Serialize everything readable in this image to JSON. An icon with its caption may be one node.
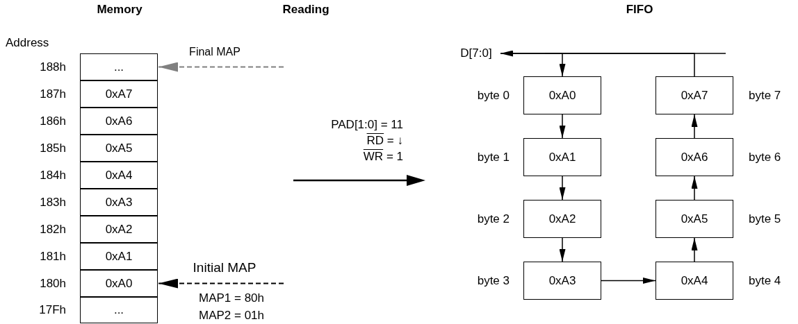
{
  "diagram": {
    "nodes": [
      {
        "text": [
          "..."
        ],
        "beside": [
          "188h"
        ]
      },
      {
        "text": [
          "0xA7"
        ],
        "beside": [
          "187h"
        ]
      },
      {
        "text": [
          "0xA6"
        ],
        "beside": [
          "186h"
        ]
      },
      {
        "text": [
          "0xA5"
        ],
        "beside": [
          "185h"
        ]
      },
      {
        "text": [
          "0xA4"
        ],
        "beside": [
          "184h"
        ]
      },
      {
        "text": [
          "0xA3"
        ],
        "beside": [
          "183h"
        ]
      },
      {
        "text": [
          "0xA2"
        ],
        "beside": [
          "182h"
        ]
      },
      {
        "text": [
          "0xA1"
        ],
        "beside": [
          "181h"
        ]
      },
      {
        "text": [
          "0xA0"
        ],
        "beside": [
          "180h"
        ]
      },
      {
        "text": [
          "..."
        ],
        "beside": [
          "17Fh"
        ]
      },
      {
        "text": [
          "D[7:0]"
        ]
      },
      {
        "text": [
          "0xA0"
        ],
        "beside": [
          "byte 0"
        ]
      },
      {
        "text": [
          "0xA7"
        ],
        "beside": [
          "byte 7"
        ]
      },
      {
        "text": [
          "0xA1"
        ],
        "beside": [
          "byte 1"
        ]
      },
      {
        "text": [
          "0xA6"
        ],
        "beside": [
          "byte 6"
        ]
      },
      {
        "text": [
          "0xA2"
        ],
        "beside": [
          "byte 2"
        ]
      },
      {
        "text": [
          "0xA5"
        ],
        "beside": [
          "byte 5"
        ]
      },
      {
        "text": [
          "0xA3"
        ],
        "beside": [
          "byte 3"
        ]
      },
      {
        "text": [
          "0xA4"
        ],
        "beside": [
          "byte 4"
        ]
      }
    ],
    "edges": [
      {
        "from": null,
        "to": 0,
        "arrow": "to",
        "label": "Final MAP",
        "style": "dashed",
        "color": "#808080"
      },
      {
        "from": null,
        "to": 8,
        "arrow": "to",
        "label": "Initial MAP",
        "style": "dashed"
      },
      {
        "from": 10,
        "to": 11,
        "arrow": "to"
      },
      {
        "from": 11,
        "to": 13,
        "arrow": "to"
      },
      {
        "from": 13,
        "to": 15,
        "arrow": "to"
      },
      {
        "from": 15,
        "to": 17,
        "arrow": "to"
      },
      {
        "from": 17,
        "to": 18,
        "arrow": "to"
      },
      {
        "from": 18,
        "to": 16,
        "arrow": "to"
      },
      {
        "from": 16,
        "to": 14,
        "arrow": "to"
      },
      {
        "from": 14,
        "to": 12,
        "arrow": "to"
      },
      {
        "from": 12,
        "to": 10,
        "arrow": "to"
      }
    ],
    "labels": [
      "Memory",
      "Reading",
      "FIFO",
      "Address",
      "MAP1 = 80h",
      "MAP2 = 01h",
      "PAD[1:0] = 11",
      "RD = ↓",
      "WR = 1"
    ]
  }
}
